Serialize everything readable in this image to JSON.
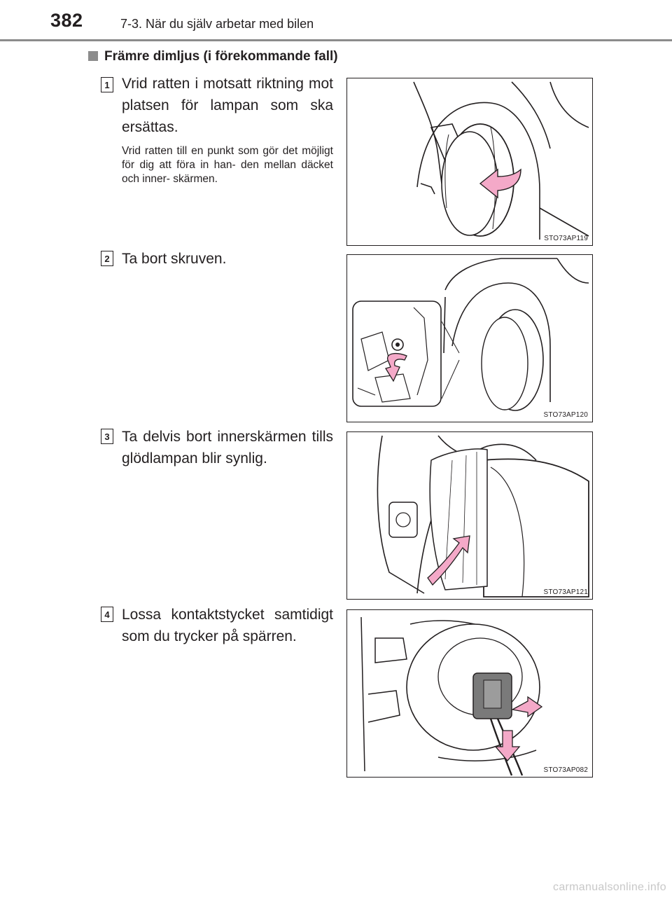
{
  "header": {
    "page_number": "382",
    "chapter": "7-3. När du själv arbetar med bilen"
  },
  "section": {
    "heading": "Främre dimljus (i förekommande fall)"
  },
  "steps": [
    {
      "number": "1",
      "text": "Vrid ratten i motsatt riktning mot platsen för lampan som ska ersättas.",
      "note": "Vrid ratten till en punkt som gör det möjligt för dig att föra in han- den mellan däcket och inner- skärmen.",
      "figure_code": "STO73AP119"
    },
    {
      "number": "2",
      "text": "Ta bort skruven.",
      "figure_code": "STO73AP120"
    },
    {
      "number": "3",
      "text": "Ta delvis bort innerskärmen tills glödlampan blir synlig.",
      "figure_code": "STO73AP121"
    },
    {
      "number": "4",
      "text": "Lossa kontaktstycket samtidigt som du trycker på spärren.",
      "figure_code": "STO73AP082"
    }
  ],
  "colors": {
    "arrow_fill": "#f4a9c8",
    "header_rule": "#8c8c8c"
  },
  "footer": {
    "watermark": "carmanualsonline.info"
  }
}
